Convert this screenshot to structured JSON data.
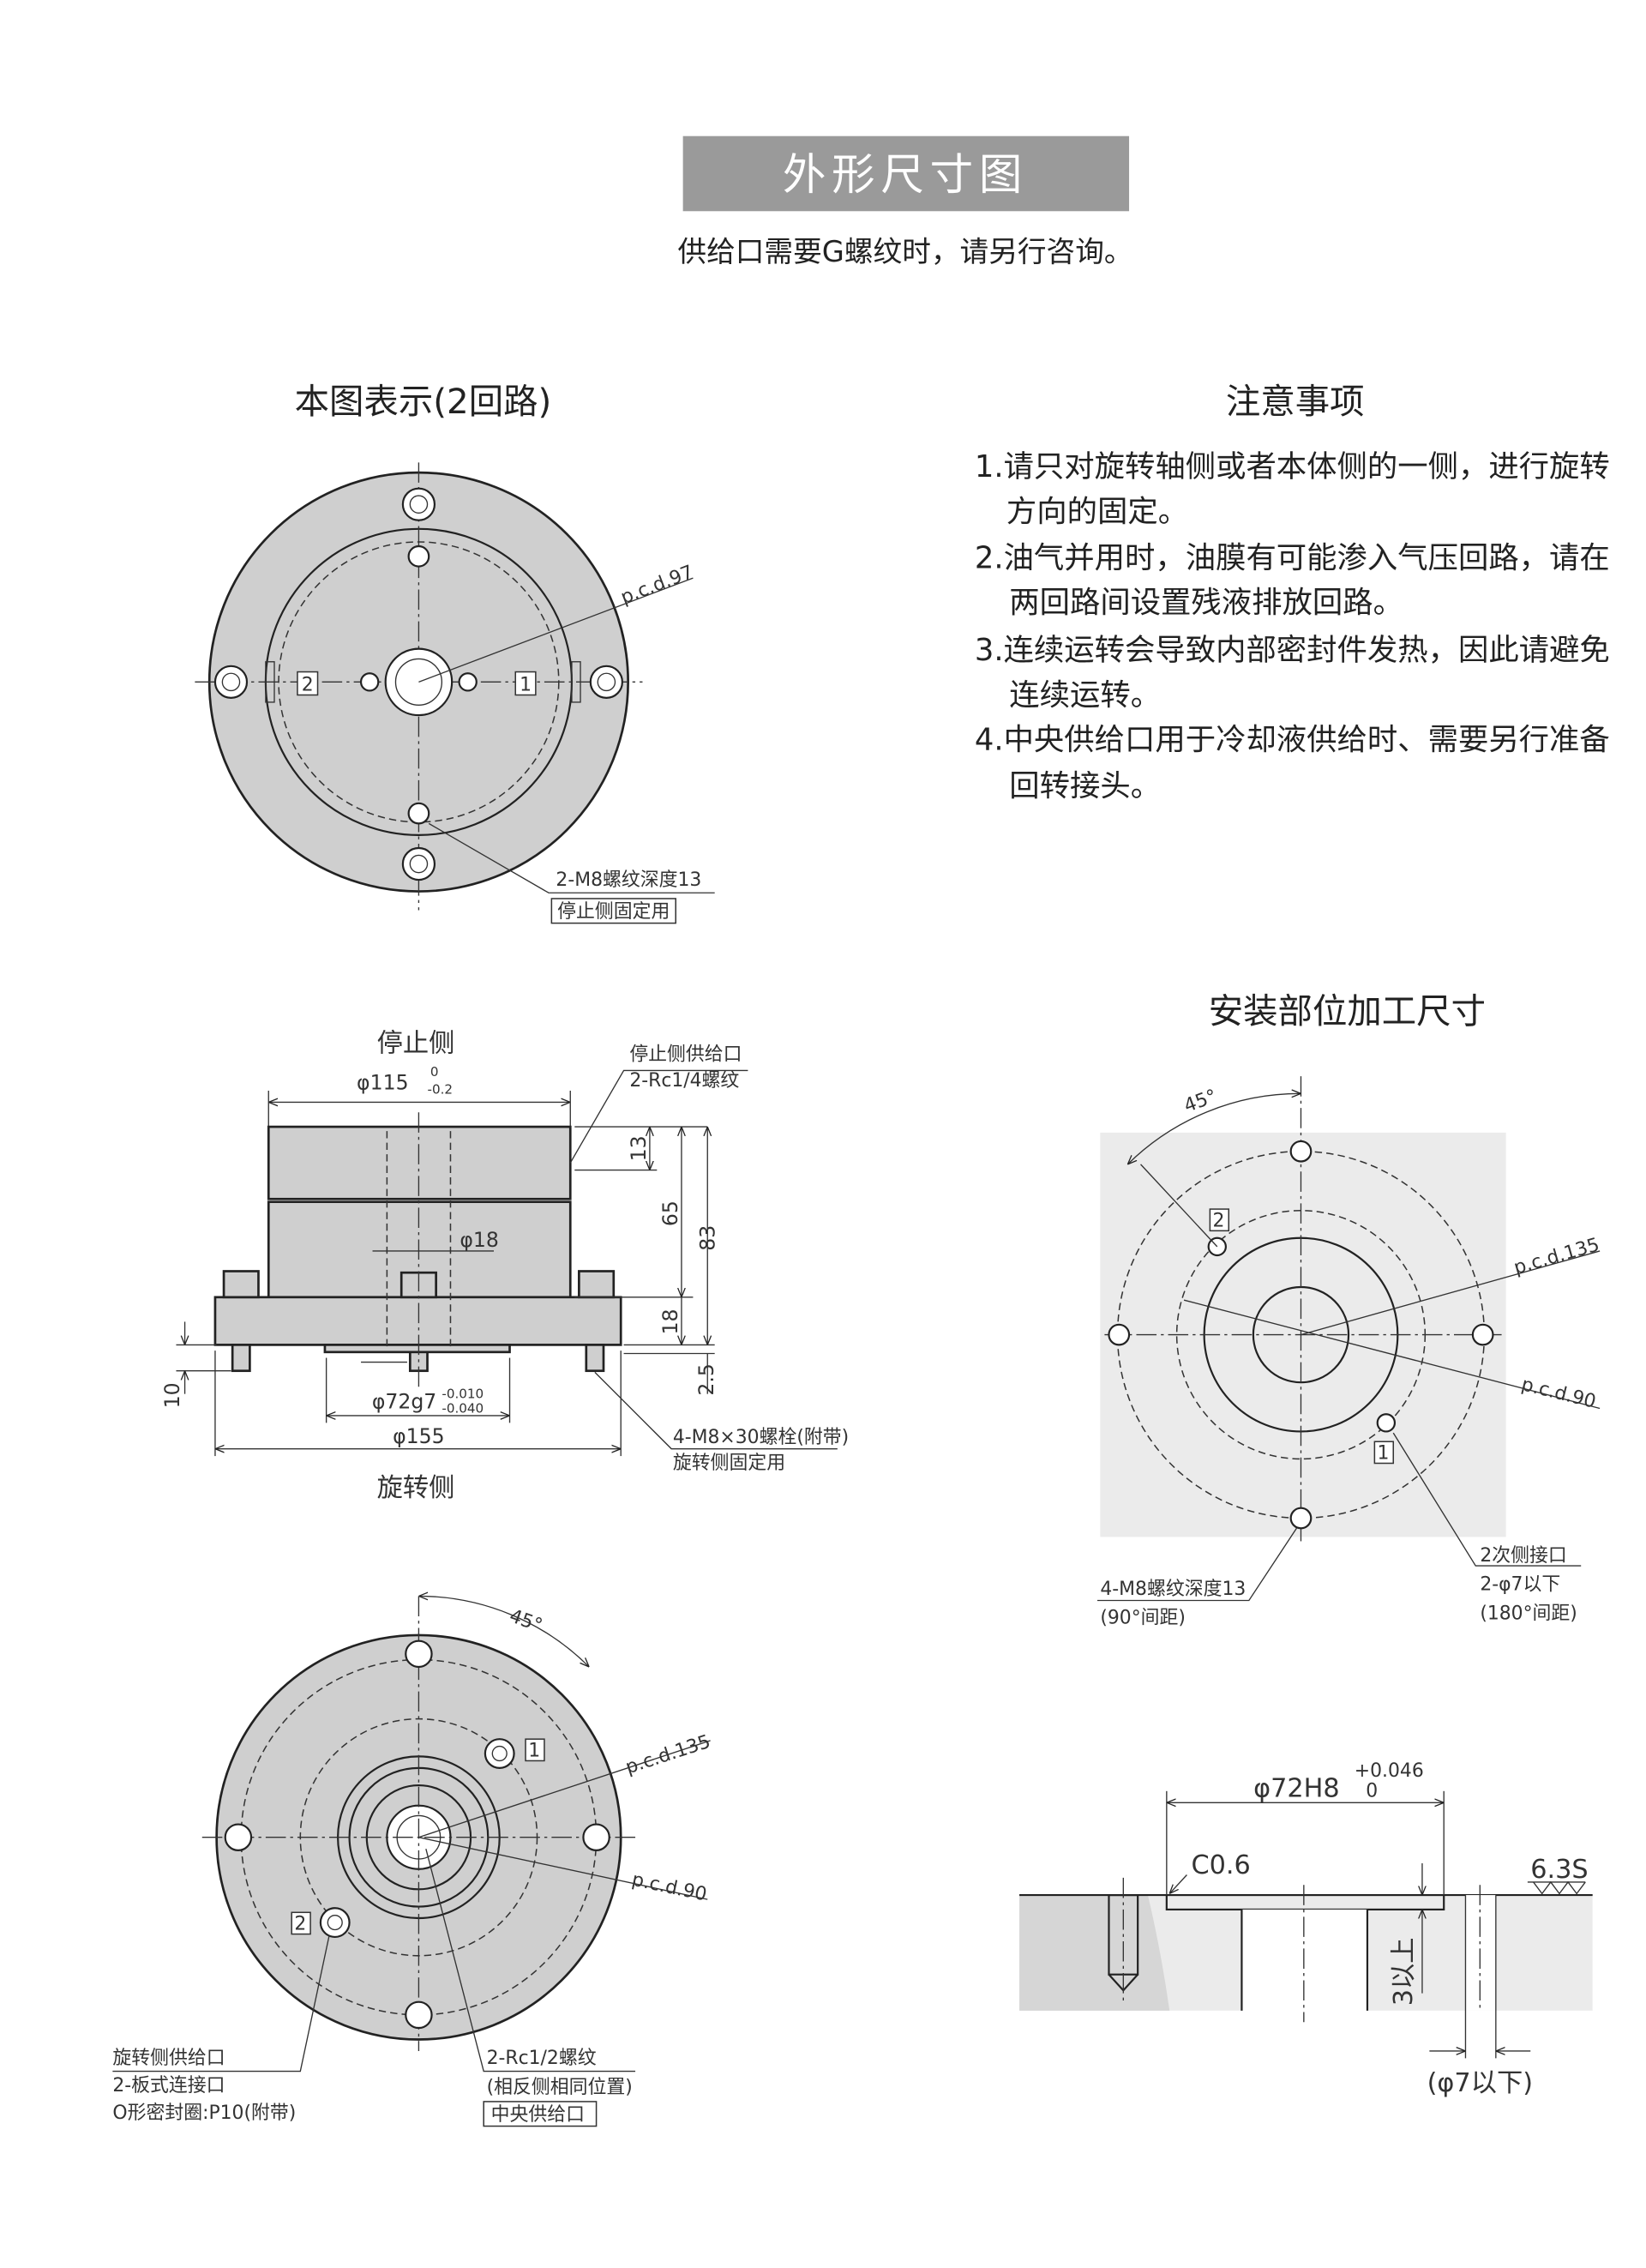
{
  "header": {
    "title": "外形尺寸图",
    "subtitle": "供给口需要G螺纹时，请另行咨询。",
    "title_bg": "#9a9a9a"
  },
  "left_heading": "本图表示(2回路)",
  "notes": {
    "heading": "注意事项",
    "lines": [
      "1.请只对旋转轴侧或者本体侧的一侧，进行旋转",
      "方向的固定。",
      "2.油气并用时，油膜有可能渗入气压回路，请在",
      "两回路间设置残液排放回路。",
      "3.连续运转会导致内部密封件发热，因此请避免",
      "连续运转。",
      "4.中央供给口用于冷却液供给时、需要另行准备",
      "回转接头。"
    ]
  },
  "top_view": {
    "port_2": "2",
    "port_1": "1",
    "pcd": "p.c.d.97",
    "thread_label": "2-M8螺纹深度13",
    "fix_label": "停止侧固定用"
  },
  "side_view": {
    "top_label": "停止侧",
    "bottom_label": "旋转侧",
    "dia_115": "φ115",
    "dia_115_upper": "0",
    "dia_115_lower": "-0.2",
    "port_label_1": "停止侧供给口",
    "port_label_2": "2-Rc1/4螺纹",
    "dim_13": "13",
    "dim_65": "65",
    "dim_83": "83",
    "dim_18": "18",
    "dim_2_5": "2.5",
    "dim_10": "10",
    "dia_18": "φ18",
    "dia_72": "φ72g7",
    "dia_72_upper": "-0.010",
    "dia_72_lower": "-0.040",
    "dia_155": "φ155",
    "bolt_label_1": "4-M8×30螺栓(附带)",
    "bolt_label_2": "旋转侧固定用"
  },
  "bottom_view": {
    "angle": "45°",
    "port_1": "1",
    "port_2": "2",
    "pcd_135": "p.c.d.135",
    "pcd_90": "p.c.d.90",
    "left_label_1": "旋转侧供给口",
    "left_label_2": "2-板式连接口",
    "left_label_3": "O形密封圈:P10(附带)",
    "right_label_1": "2-Rc1/2螺纹",
    "right_label_2": "(相反侧相同位置)",
    "right_label_3": "中央供给口"
  },
  "mount_view": {
    "heading": "安装部位加工尺寸",
    "angle": "45°",
    "port_2": "2",
    "port_1": "1",
    "pcd_135": "p.c.d.135",
    "pcd_90": "p.c.d.90",
    "thread_label_1": "4-M8螺纹深度13",
    "thread_label_2": "(90°间距)",
    "port_label_1": "2次侧接口",
    "port_label_2": "2-φ7以下",
    "port_label_3": "(180°间距)"
  },
  "section_view": {
    "dia_72": "φ72H8",
    "dia_72_upper": "+0.046",
    "dia_72_lower": "0",
    "chamfer": "C0.6",
    "roughness": "6.3S",
    "depth": "3以上",
    "port_dia": "(φ7以下)"
  }
}
